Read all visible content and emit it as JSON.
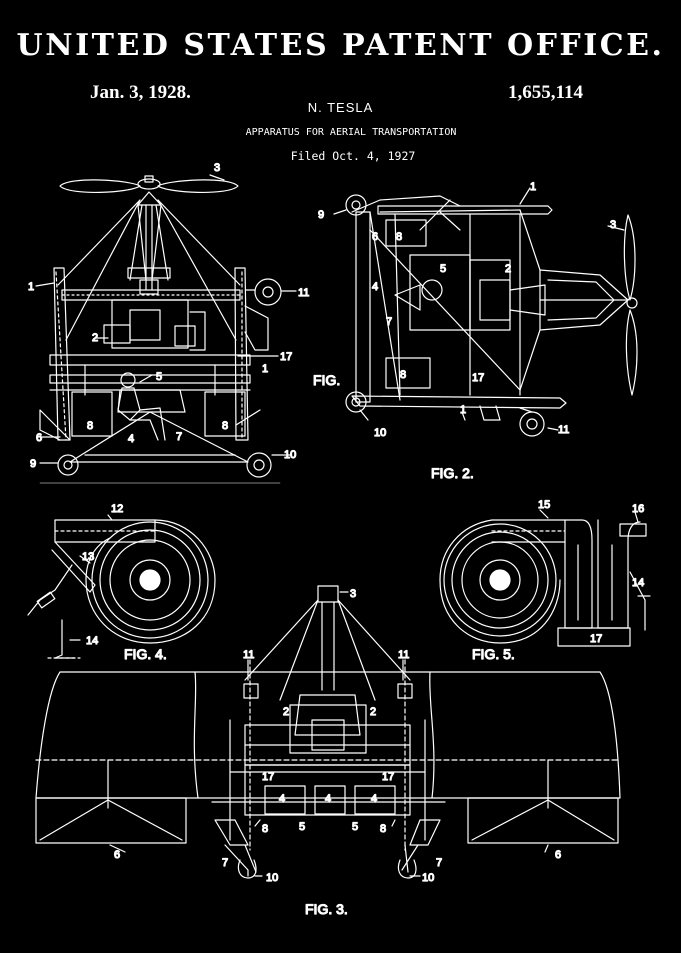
{
  "header": {
    "office": "UNITED STATES PATENT OFFICE.",
    "date": "Jan. 3, 1928.",
    "patent_number": "1,655,114",
    "inventor": "N. TESLA",
    "title": "APPARATUS FOR AERIAL TRANSPORTATION",
    "filed": "Filed Oct. 4, 1927"
  },
  "figures": {
    "fig1": {
      "labels": [
        "3",
        "1",
        "11",
        "2",
        "17",
        "1",
        "5",
        "8",
        "8",
        "6",
        "4",
        "7",
        "9",
        "10"
      ]
    },
    "fig2": {
      "caption": "FIG. 2.",
      "partial_caption": "FIG.",
      "labels": [
        "1",
        "9",
        "6",
        "8",
        "3",
        "2",
        "4",
        "5",
        "7",
        "8",
        "17",
        "1",
        "10",
        "11"
      ]
    },
    "fig3": {
      "caption": "FIG. 3.",
      "labels": [
        "3",
        "11",
        "11",
        "2",
        "2",
        "17",
        "17",
        "4",
        "4",
        "4",
        "5",
        "5",
        "8",
        "8",
        "6",
        "6",
        "7",
        "7",
        "10",
        "10"
      ]
    },
    "fig4": {
      "caption": "FIG. 4.",
      "labels": [
        "12",
        "13",
        "14"
      ]
    },
    "fig5": {
      "caption": "FIG. 5.",
      "labels": [
        "15",
        "16",
        "14",
        "17"
      ]
    }
  }
}
